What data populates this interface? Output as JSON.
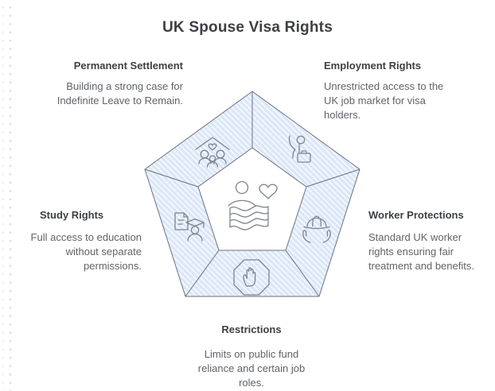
{
  "title": "UK Spouse Visa Rights",
  "colors": {
    "segment_fill": "#dbe7f8",
    "hatch_stripe": "#ffffff",
    "outline": "#6b7280",
    "icon_stroke": "#7d848d",
    "heading_text": "#3c4043",
    "body_text": "#5f6368"
  },
  "center": {
    "icon": "person-heart-flag-icon"
  },
  "sections": {
    "permanent_settlement": {
      "heading": "Permanent Settlement",
      "body": "Building a strong case for Indefinite Leave to Remain.",
      "icon": "family-home-heart-icon"
    },
    "employment_rights": {
      "heading": "Employment Rights",
      "body": "Unrestricted access to the UK job market for visa holders.",
      "icon": "person-briefcase-icon"
    },
    "worker_protections": {
      "heading": "Worker Protections",
      "body": "Standard UK worker rights ensuring fair treatment and benefits.",
      "icon": "hands-hardhat-icon"
    },
    "restrictions": {
      "heading": "Restrictions",
      "body": "Limits on public fund reliance and certain job roles.",
      "icon": "stop-hand-icon"
    },
    "study_rights": {
      "heading": "Study Rights",
      "body": "Full access to education without separate permissions.",
      "icon": "document-graduate-icon"
    }
  }
}
